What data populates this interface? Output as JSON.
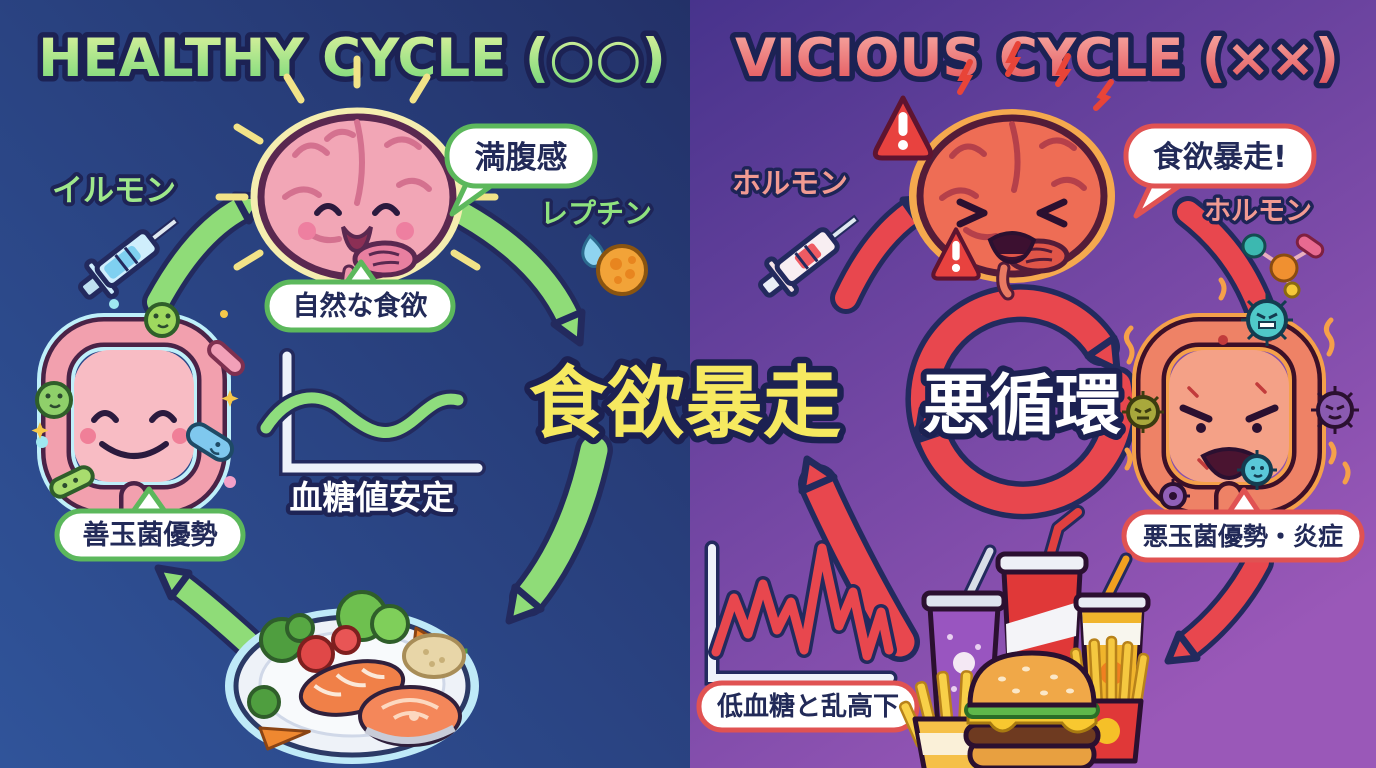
{
  "left": {
    "title": "HEALTHY CYCLE (○○)",
    "hormone_label": "イルモン",
    "satiety_bubble": "満腹感",
    "leptin_label": "レプチン",
    "natural_appetite_bubble": "自然な食欲",
    "blood_sugar_caption": "血糖値安定",
    "good_bacteria_bubble": "善玉菌優勢"
  },
  "center": {
    "runaway_text": "食欲暴走"
  },
  "right": {
    "title": "VICIOUS CYCLE (××)",
    "hormone_left_label": "ホルモン",
    "appetite_bubble": "食欲暴走!",
    "hormone_right_label": "ホルモン",
    "cycle_text": "悪循環",
    "bad_bacteria_bubble": "悪玉菌優勢・炎症",
    "low_blood_sugar_bubble": "低血糖と乱高下"
  },
  "colors": {
    "left_bg_top": "#233168",
    "left_bg_bottom": "#30549a",
    "right_bg_top": "#47338c",
    "right_bg_bottom": "#9a58b8",
    "green_arrow": "#8fdc78",
    "red_arrow": "#e8474e",
    "outline_navy": "#232a5e",
    "title_green": "#74d878",
    "title_red": "#e25158",
    "center_yellow": "#f6e960",
    "pill_border_green": "#5cb85c",
    "pill_border_red": "#e05252",
    "label_green": "#9fe88b",
    "label_salmon": "#f19a92"
  }
}
